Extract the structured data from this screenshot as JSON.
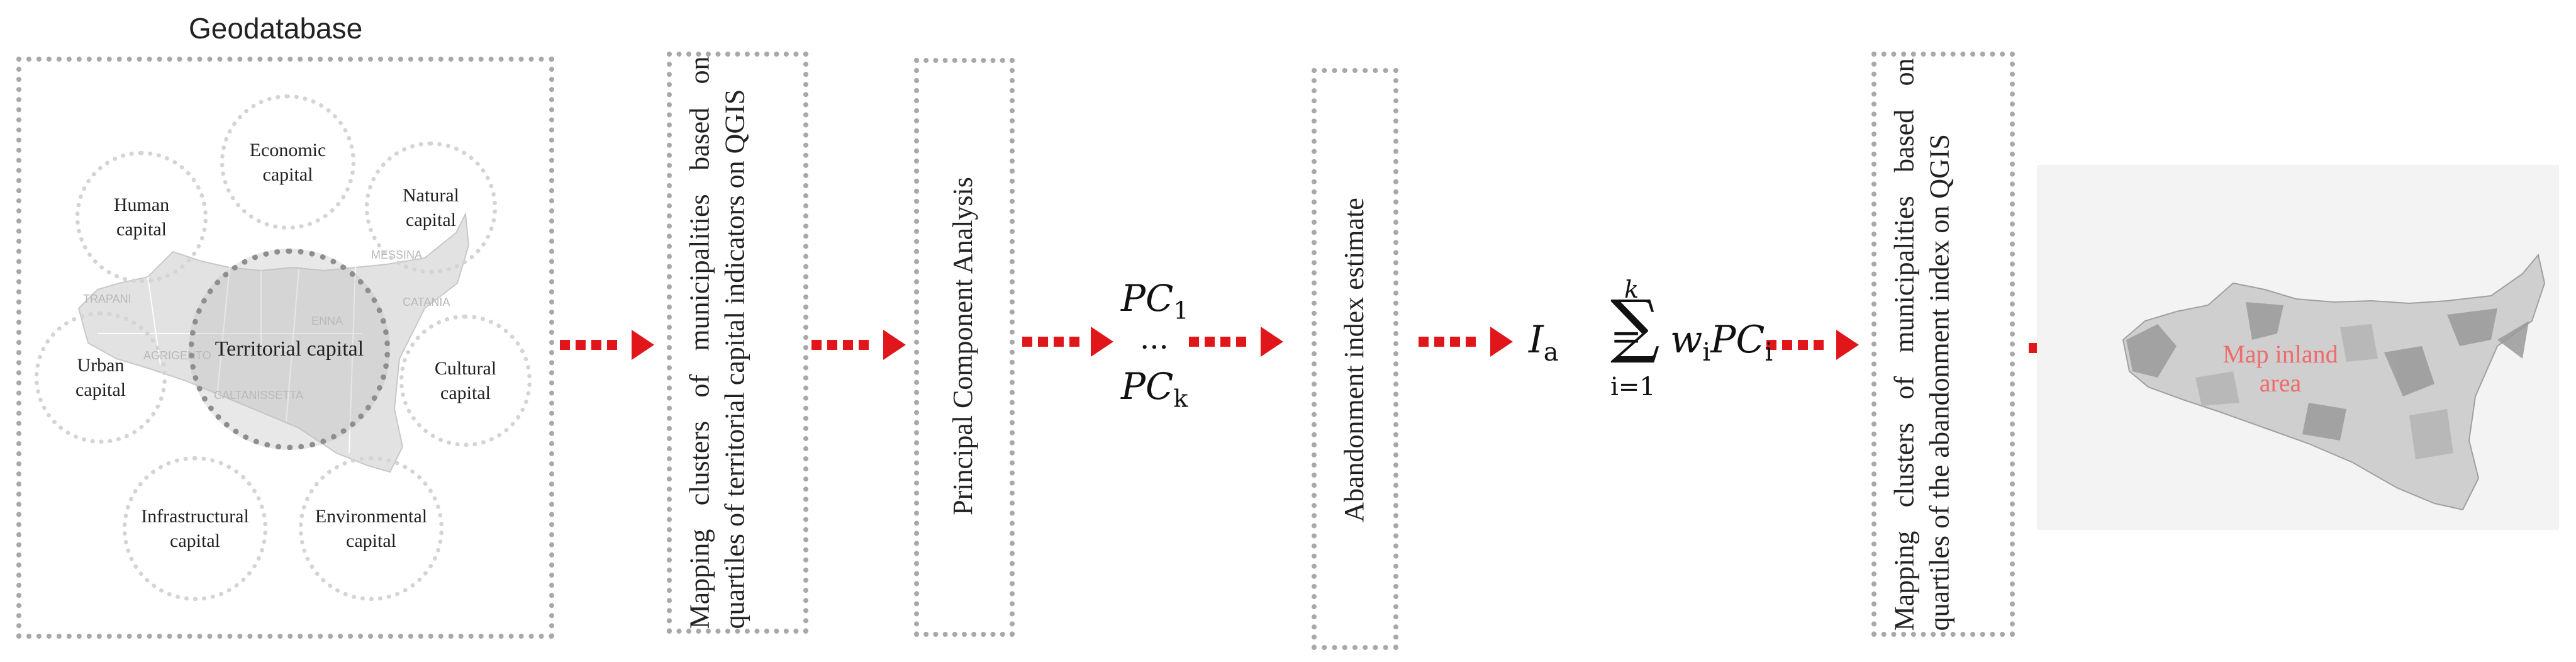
{
  "geodatabase": {
    "title": "Geodatabase",
    "center_label": "Territorial capital",
    "capitals": [
      {
        "id": "economic",
        "label": "Economic\ncapital"
      },
      {
        "id": "human",
        "label": "Human\ncapital"
      },
      {
        "id": "natural",
        "label": "Natural\ncapital"
      },
      {
        "id": "cultural",
        "label": "Cultural\ncapital"
      },
      {
        "id": "urban",
        "label": "Urban\ncapital"
      },
      {
        "id": "infrastructural",
        "label": "Infrastructural\ncapital"
      },
      {
        "id": "environmental",
        "label": "Environmental\ncapital"
      }
    ],
    "map_background_labels": [
      "TRAPANI",
      "AGRIGENTO",
      "CALTANISSETTA",
      "CATANIA",
      "ENNA",
      "MESSINA"
    ]
  },
  "steps": {
    "mapping_territorial": "Mapping clusters of municipalities based on quartiles of territorial capital indicators on QGIS",
    "pca": "Principal Component Analysis",
    "abandonment_estimate": "Abandonment index estimate",
    "mapping_abandonment": "Mapping clusters of municipalities based on quartiles of the abandonment index on QGIS"
  },
  "pc": {
    "top": "PC",
    "top_sub": "1",
    "dots": "...",
    "bottom": "PC",
    "bottom_sub": "k"
  },
  "formula": {
    "lhs": "I",
    "lhs_sub": "a",
    "equals": "=",
    "sum_top": "k",
    "sum_symbol": "∑",
    "sum_bottom": "i=1",
    "term_w": "w",
    "term_w_sub": "i",
    "term_pc": "PC",
    "term_pc_sub": "i"
  },
  "result_map": {
    "label": "Map inland area"
  },
  "colors": {
    "arrow": "#e0161b",
    "box_border": "#a8a8a8",
    "circle_border": "#d4d4d4",
    "map_label": "#f06b6b",
    "sicily_fill": "#e2e2e2"
  }
}
